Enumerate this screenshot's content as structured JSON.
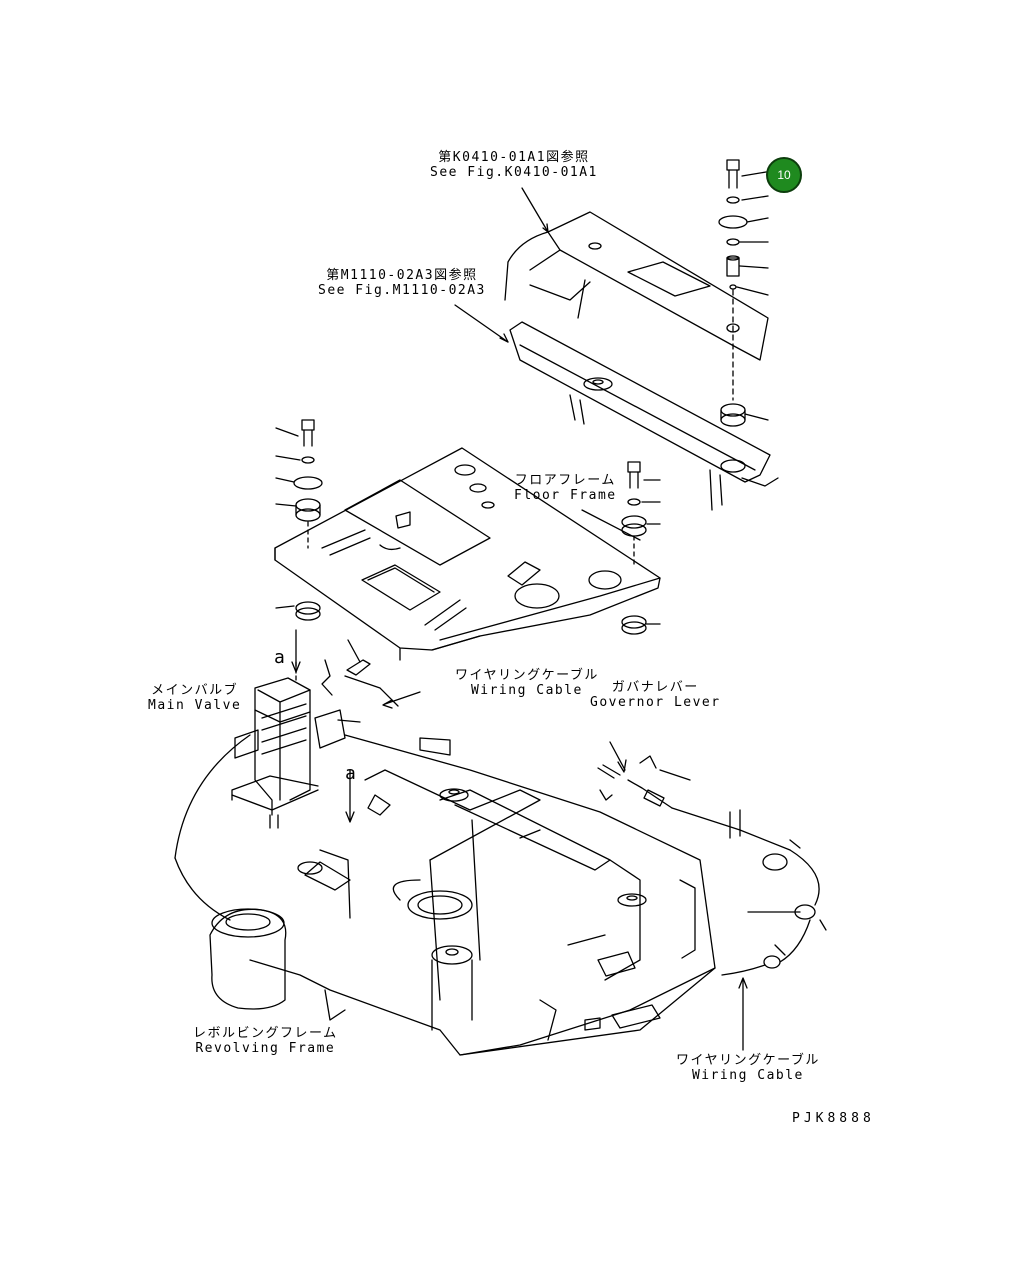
{
  "labels": {
    "ref1_jp": "第K0410-01A1図参照",
    "ref1_en": "See Fig.K0410-01A1",
    "ref2_jp": "第M1110-02A3図参照",
    "ref2_en": "See Fig.M1110-02A3",
    "floor_jp": "フロアフレーム",
    "floor_en": "Floor Frame",
    "wiring1_jp": "ワイヤリングケーブル",
    "wiring1_en": "Wiring Cable",
    "governor_jp": "ガバナレバー",
    "governor_en": "Governor Lever",
    "mainvalve_jp": "メインバルブ",
    "mainvalve_en": "Main Valve",
    "revolving_jp": "レボルビングフレーム",
    "revolving_en": "Revolving Frame",
    "wiring2_jp": "ワイヤリングケーブル",
    "wiring2_en": "Wiring Cable",
    "marker_a1": "a",
    "marker_a2": "a",
    "drawing_code": "PJK8888"
  },
  "callout": {
    "number": "10",
    "color": "#1f8a1f"
  }
}
